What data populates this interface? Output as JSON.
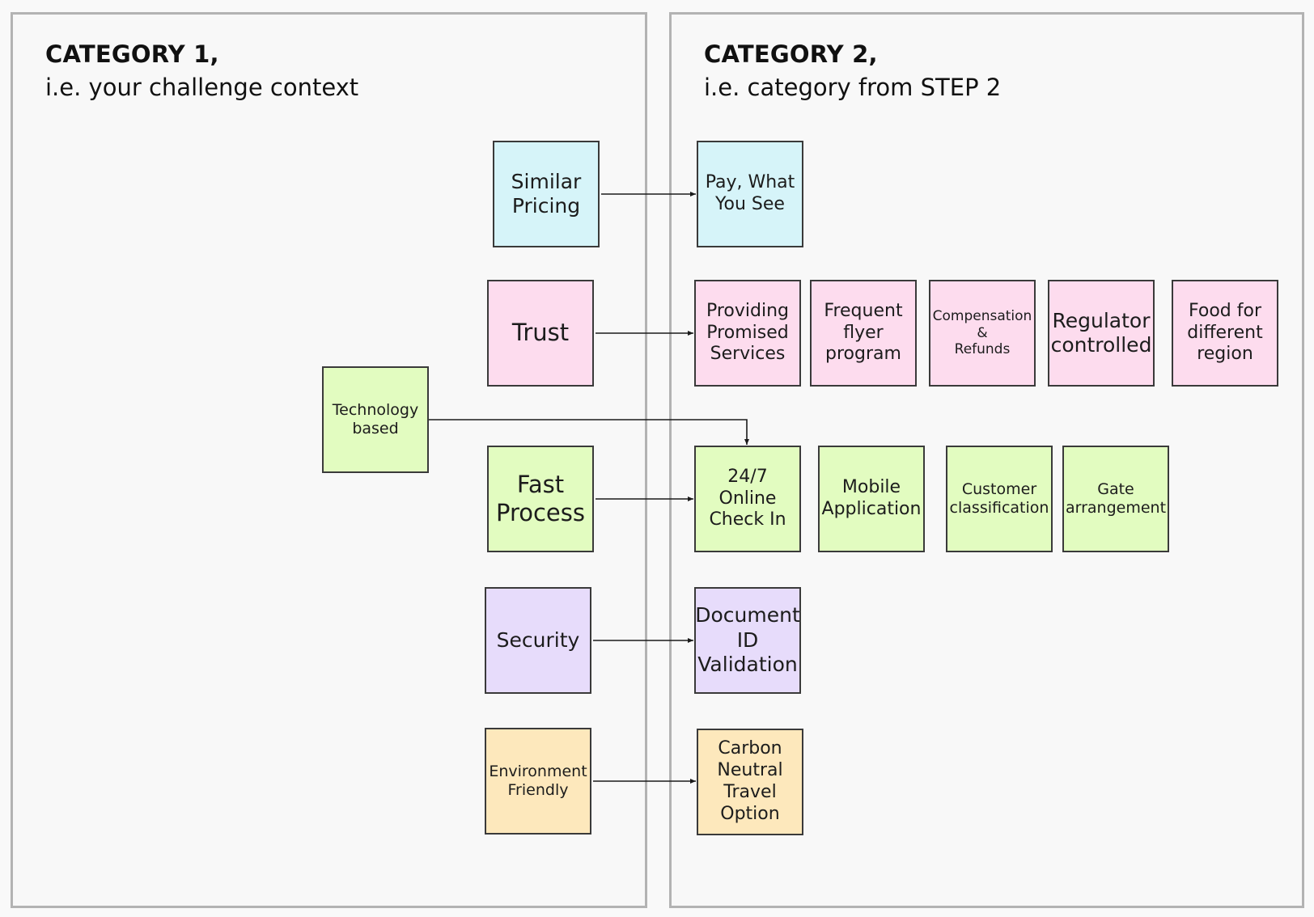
{
  "category_1": {
    "title": "CATEGORY 1,",
    "subtitle": "i.e. your challenge context",
    "notes": {
      "similar_pricing": "Similar\nPricing",
      "trust": "Trust",
      "technology_based": "Technology\nbased",
      "fast_process": "Fast\nProcess",
      "security": "Security",
      "environment_friendly": "Environment\nFriendly"
    }
  },
  "category_2": {
    "title": "CATEGORY 2,",
    "subtitle": "i.e. category from STEP 2",
    "notes": {
      "pay_what_you_see": "Pay, What\nYou See",
      "providing_promised_services": "Providing\nPromised\nServices",
      "frequent_flyer_program": "Frequent\nflyer\nprogram",
      "compensation_refunds": "Compensation\n&\nRefunds",
      "regulator_controlled": "Regulator\ncontrolled",
      "food_for_different_region": "Food for\ndifferent\nregion",
      "online_check_in": "24/7\nOnline\nCheck In",
      "mobile_application": "Mobile\nApplication",
      "customer_classification": "Customer\nclassification",
      "gate_arrangement": "Gate\narrangement",
      "document_id_validation": "Document\nID\nValidation",
      "carbon_neutral_travel_option": "Carbon\nNeutral\nTravel\nOption"
    }
  },
  "colors": {
    "blue": "#d6f4f9",
    "pink": "#fddcee",
    "green": "#e2fcc0",
    "purple": "#e7dcfb",
    "yellow": "#fde8bc",
    "connector": "#1a1a1a"
  },
  "connections": [
    [
      "similar_pricing",
      "pay_what_you_see"
    ],
    [
      "trust",
      "providing_promised_services"
    ],
    [
      "technology_based",
      "online_check_in"
    ],
    [
      "fast_process",
      "online_check_in"
    ],
    [
      "security",
      "document_id_validation"
    ],
    [
      "environment_friendly",
      "carbon_neutral_travel_option"
    ]
  ]
}
